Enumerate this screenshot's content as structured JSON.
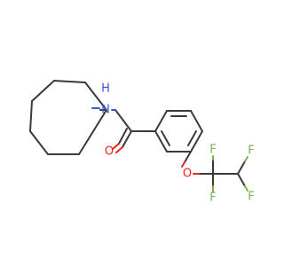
{
  "molecule": {
    "atoms": {
      "n": "N",
      "h": "H",
      "o_carbonyl": "O",
      "o_ether": "O",
      "f1": "F",
      "f2": "F",
      "f3": "F",
      "f4": "F"
    },
    "colors": {
      "bond": "#3a3a3a",
      "nitrogen": "#3656d6",
      "oxygen": "#e8261c",
      "fluorine": "#78b24a"
    }
  }
}
